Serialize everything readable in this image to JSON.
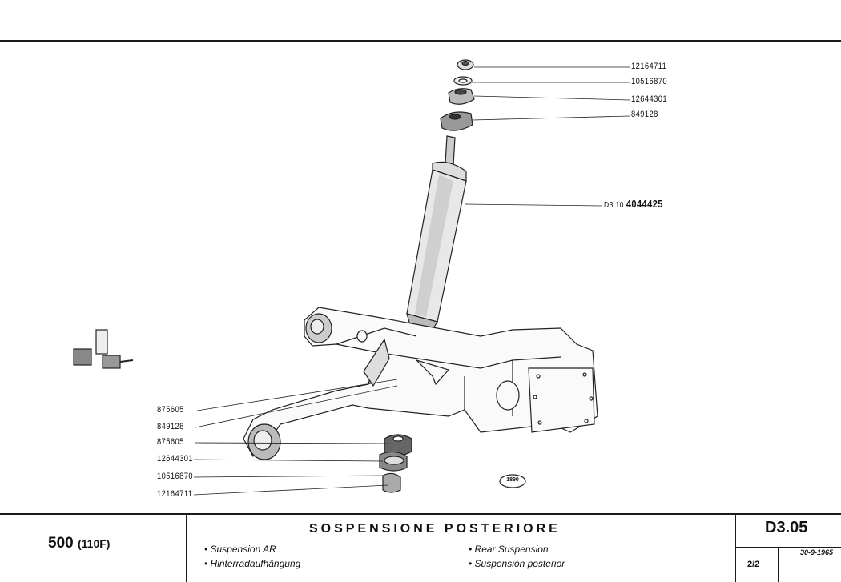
{
  "callouts_top": [
    {
      "text": "12164711"
    },
    {
      "text": "10516870"
    },
    {
      "text": "12644301"
    },
    {
      "text": "849128"
    }
  ],
  "shock_ref": {
    "prefix": "D3.10",
    "part": "4044425"
  },
  "callouts_left": [
    {
      "text": "875605"
    },
    {
      "text": "849128"
    },
    {
      "text": "875605"
    },
    {
      "text": "12644301"
    },
    {
      "text": "10516870"
    },
    {
      "text": "12164711"
    }
  ],
  "drawing_stamp": "1890",
  "footer": {
    "model": "500",
    "model_variant": "(110F)",
    "title": "SOSPENSIONE POSTERIORE",
    "sub_fr": "• Suspension AR",
    "sub_de": "• Hinterradaufhängung",
    "sub_en": "• Rear Suspension",
    "sub_es": "• Suspensión posterior",
    "code": "D3.05",
    "sheet": "2/2",
    "date": "30-9-1965"
  }
}
